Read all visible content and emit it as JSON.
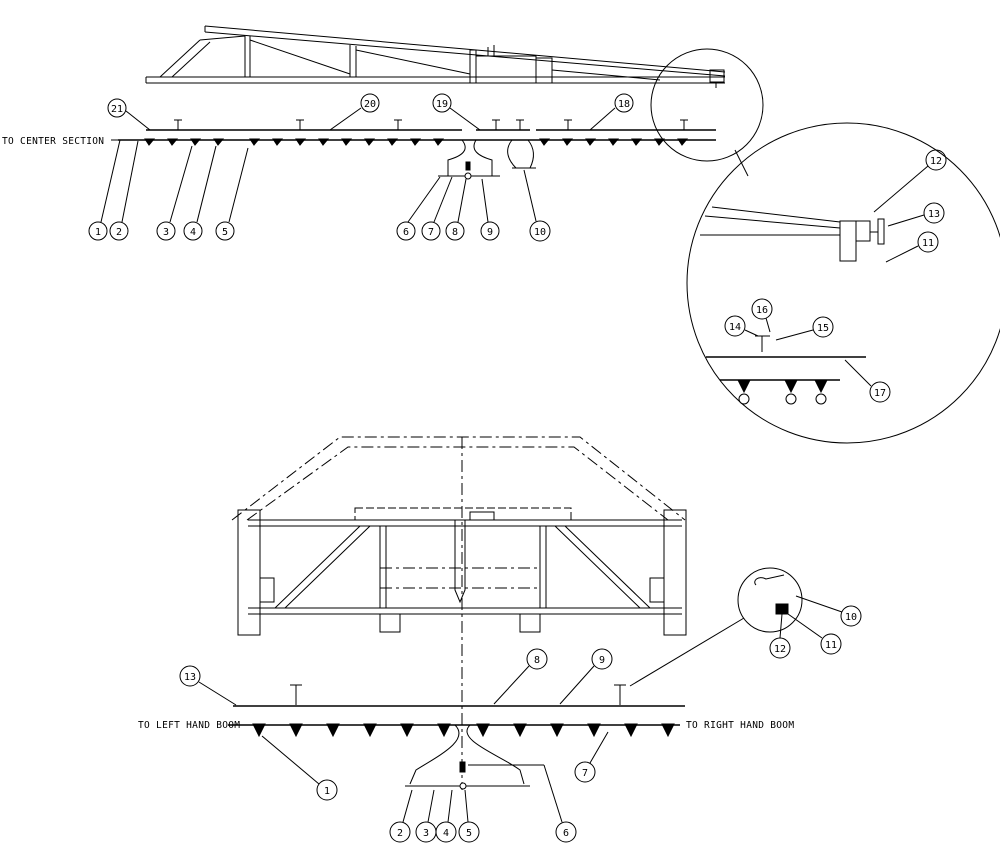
{
  "labels": {
    "to_center_section": "TO CENTER SECTION",
    "to_left_hand_boom": "TO LEFT HAND BOOM",
    "to_right_hand_boom": "TO RIGHT HAND BOOM"
  },
  "top_callouts": [
    "21",
    "20",
    "19",
    "18",
    "1",
    "2",
    "3",
    "4",
    "5",
    "6",
    "7",
    "8",
    "9",
    "10"
  ],
  "detail_callouts": [
    "12",
    "13",
    "11",
    "16",
    "14",
    "15",
    "17"
  ],
  "bottom_callouts": [
    "13",
    "8",
    "9",
    "10",
    "11",
    "12",
    "1",
    "7",
    "2",
    "3",
    "4",
    "5",
    "6"
  ]
}
